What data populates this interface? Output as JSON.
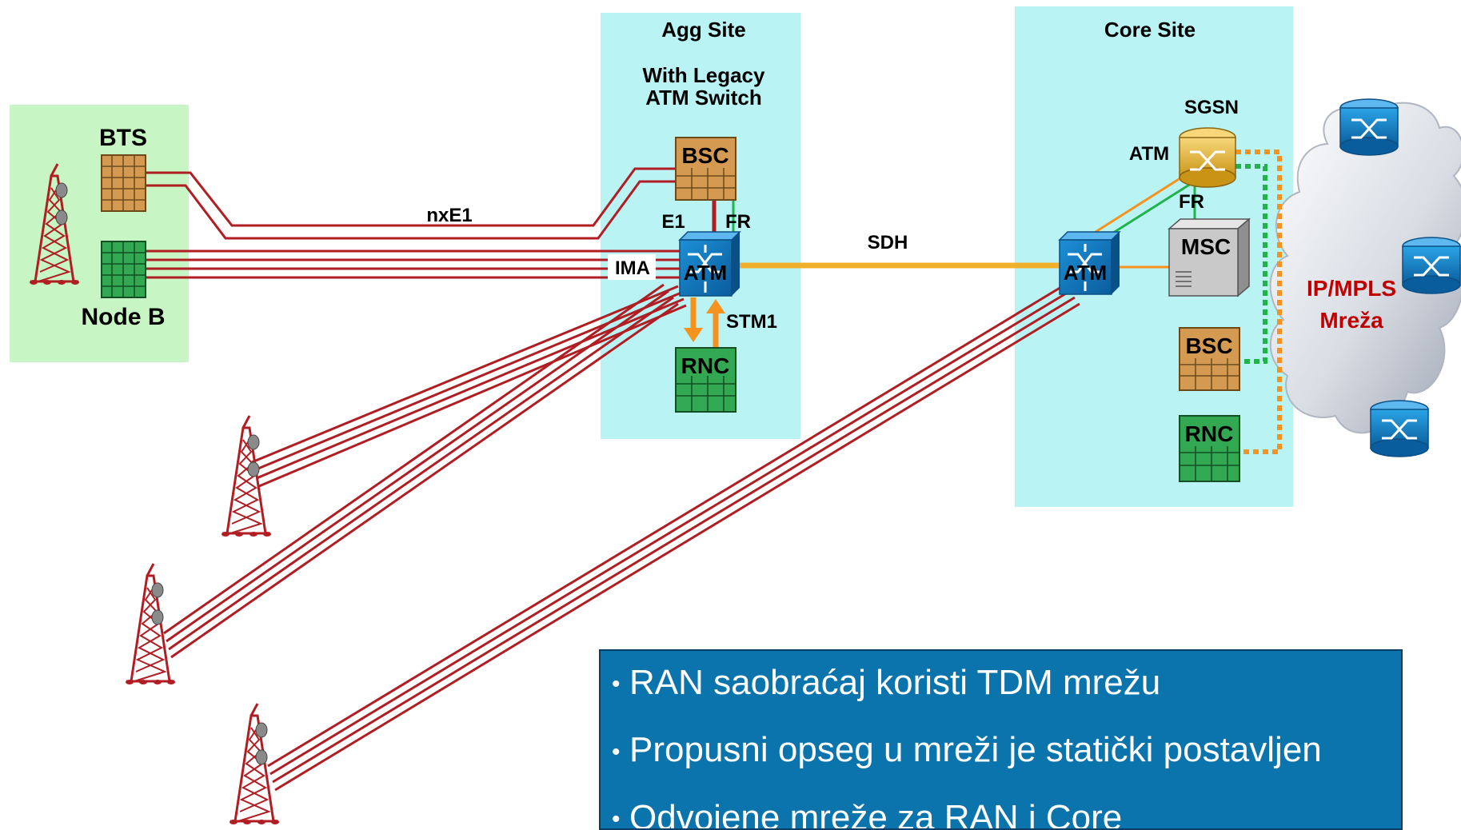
{
  "colors": {
    "site_bg": "#b9f3f4",
    "cell_site_bg": "#c7f5c3",
    "e1_line": "#b01e23",
    "sdh_line": "#f0b02c",
    "green_link": "#21b34a",
    "orange_link": "#f6921e",
    "cloud_text": "#c00000",
    "bullet_box": "#0b74ac"
  },
  "labels": {
    "agg_site": "Agg Site",
    "agg_sub_1": "With Legacy",
    "agg_sub_2": "ATM Switch",
    "core_site": "Core Site",
    "bts": "BTS",
    "node_b": "Node B",
    "nxe1": "nxE1",
    "e1": "E1",
    "fr_agg": "FR",
    "ima": "IMA",
    "sdh": "SDH",
    "stm1": "STM1",
    "atm_core_side": "ATM",
    "sgsn": "SGSN",
    "fr_core": "FR",
    "cloud_line1": "IP/MPLS",
    "cloud_line2": "Mreža"
  },
  "devices": {
    "bsc_agg": "BSC",
    "atm_agg": "ATM",
    "rnc_agg": "RNC",
    "atm_core": "ATM",
    "msc": "MSC",
    "bsc_core": "BSC",
    "rnc_core": "RNC"
  },
  "icons": {
    "tower": "cell-tower-icon",
    "bts": "bts-cabinet-icon",
    "nodeb": "nodeb-cabinet-icon",
    "atm": "atm-switch-icon",
    "router": "router-icon",
    "cloud": "cloud-icon",
    "msc": "msc-server-icon"
  },
  "bullets": [
    "RAN saobraćaj koristi TDM mrežu",
    "Propusni opseg u mreži je statički postavljen",
    "Odvojene mreže za RAN i Core"
  ]
}
